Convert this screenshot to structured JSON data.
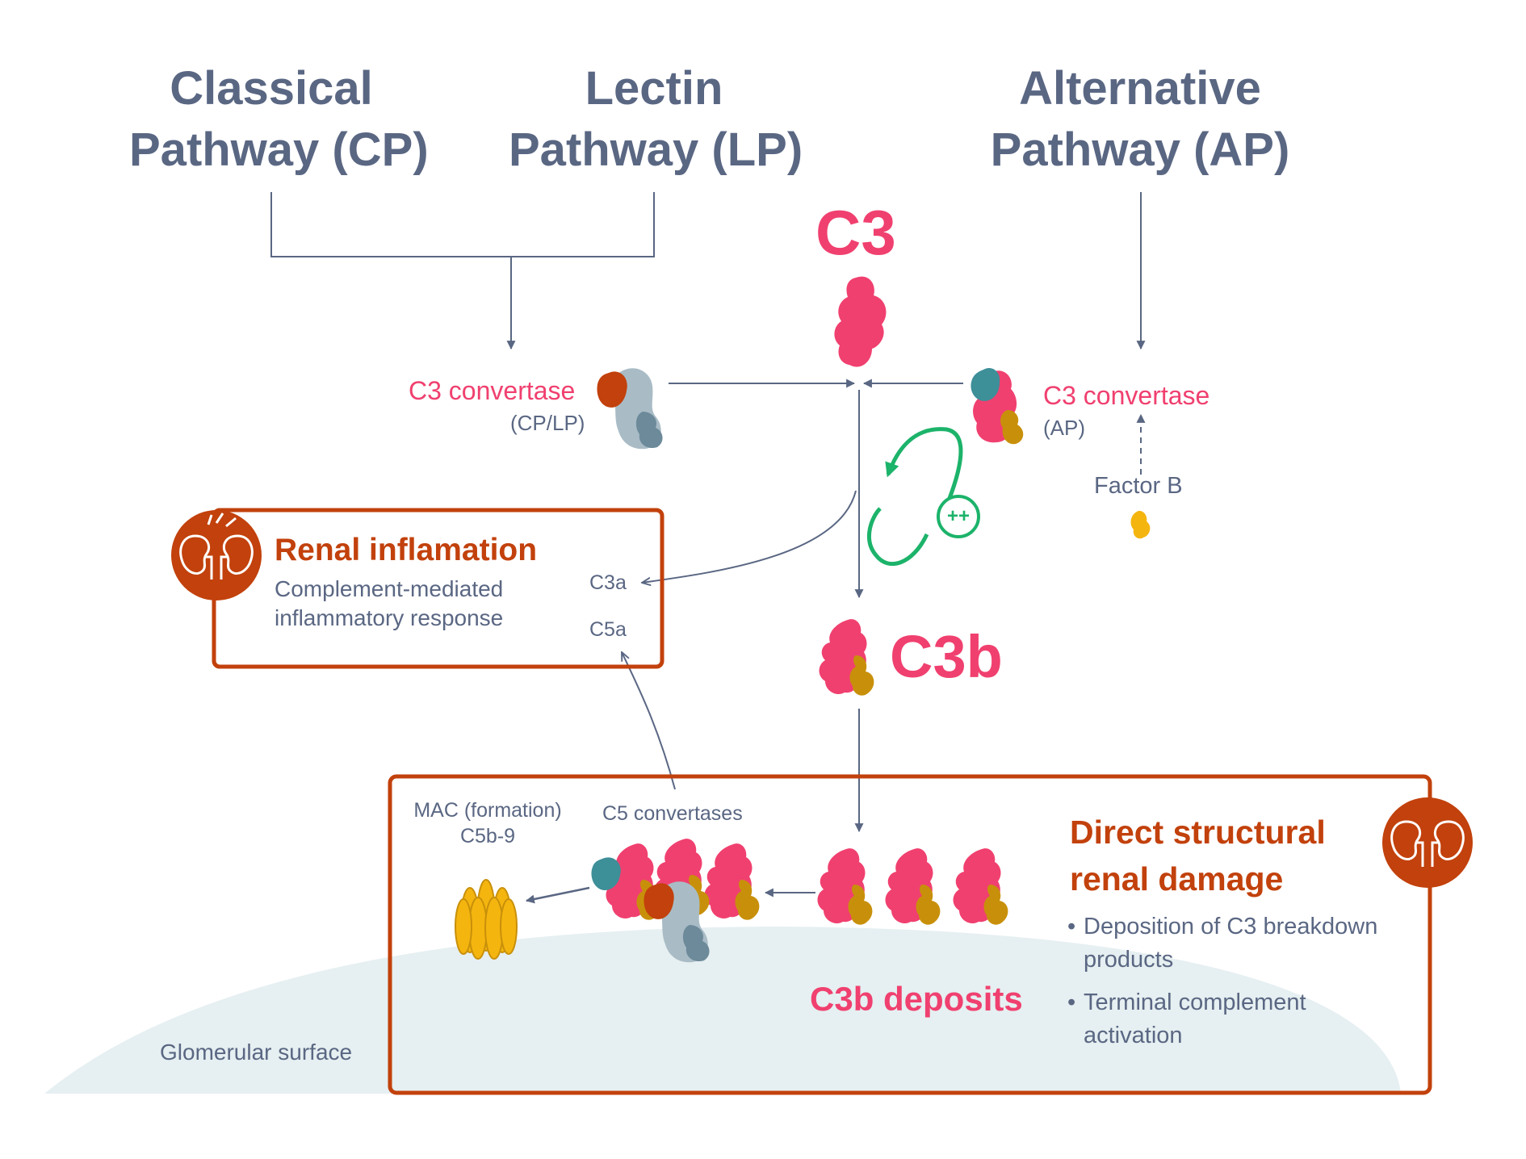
{
  "pathways": {
    "classical": {
      "line1": "Classical",
      "line2": "Pathway (CP)"
    },
    "lectin": {
      "line1": "Lectin",
      "line2": "Pathway (LP)"
    },
    "alternative": {
      "line1": "Alternative",
      "line2": "Pathway (AP)"
    }
  },
  "c3": {
    "label": "C3"
  },
  "convertase_cp": {
    "label": "C3 convertase",
    "sub": "(CP/LP)"
  },
  "convertase_ap": {
    "label": "C3 convertase",
    "sub": "(AP)"
  },
  "factor_b": {
    "label": "Factor B"
  },
  "amplification": {
    "symbol": "++"
  },
  "c3b": {
    "label": "C3b"
  },
  "renal_inflammation": {
    "title": "Renal inflamation",
    "desc_line1": "Complement-mediated",
    "desc_line2": "inflammatory response",
    "c3a": "C3a",
    "c5a": "C5a"
  },
  "structural": {
    "title_line1": "Direct structural",
    "title_line2": "renal damage",
    "bullets": [
      "Deposition of C3 breakdown products",
      "Terminal complement activation"
    ]
  },
  "mac": {
    "line1": "MAC (formation)",
    "line2": "C5b-9"
  },
  "c5_convertases": {
    "label": "C5 convertases"
  },
  "c3b_deposits": {
    "label": "C3b deposits"
  },
  "glomerular": {
    "label": "Glomerular surface"
  },
  "colors": {
    "pink": "#f0406f",
    "slate": "#5a6783",
    "rust": "#c2410c",
    "green": "#1cb36a",
    "gold": "#c8900a",
    "yellow": "#f5b50f",
    "teal": "#3d8f98",
    "grey_blue": "#a9bcc6",
    "glomerular": "#e6eff1"
  }
}
